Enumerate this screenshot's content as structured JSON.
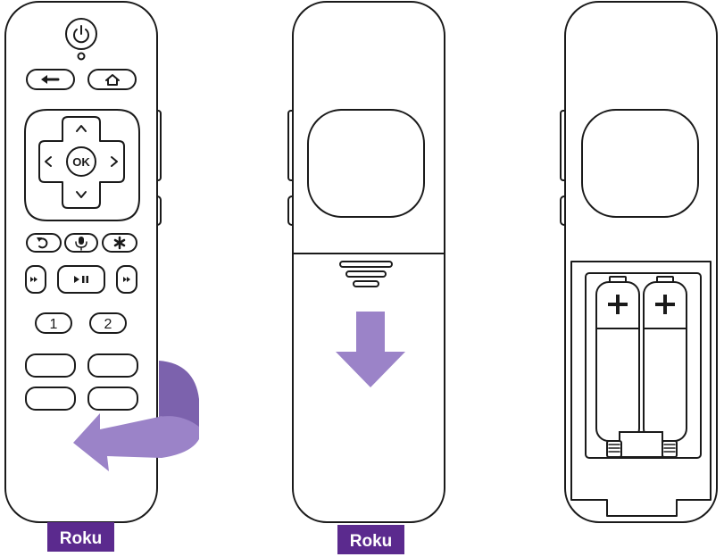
{
  "remote_front": {
    "buttons": {
      "ok": "OK",
      "one": "1",
      "two": "2"
    },
    "icons": [
      "power-icon",
      "back-icon",
      "home-icon",
      "replay-icon",
      "mic-icon",
      "options-icon",
      "rewind-icon",
      "play-pause-icon",
      "fast-forward-icon"
    ]
  },
  "logos": {
    "front": "Roku",
    "back": "Roku"
  },
  "colors": {
    "arrow": "#9b83c8",
    "arrow_dark": "#7c62ad",
    "logo": "#5b2a8e",
    "outline": "#1a1a1a"
  }
}
